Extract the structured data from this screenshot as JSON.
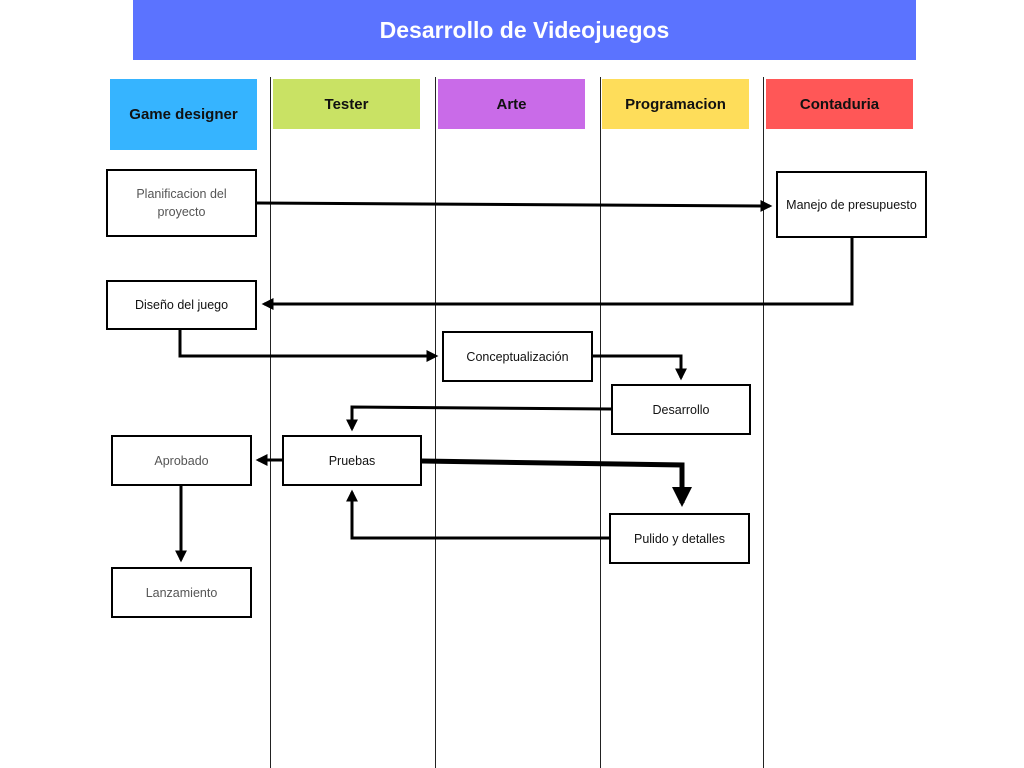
{
  "title": "Desarrollo de Videojuegos",
  "colors": {
    "title_bg": "#5b73ff",
    "game_designer": "#36b4ff",
    "tester": "#c9e264",
    "arte": "#c96be8",
    "programacion": "#fedd5a",
    "contaduria": "#ff5757"
  },
  "lanes": [
    "Game designer",
    "Tester",
    "Arte",
    "Programacion",
    "Contaduria"
  ],
  "nodes": {
    "planificacion": "Planificacion del proyecto",
    "presupuesto": "Manejo de presupuesto",
    "diseno": "Diseño del juego",
    "conceptualizacion": "Conceptualización",
    "desarrollo": "Desarrollo",
    "aprobado": "Aprobado",
    "pruebas": "Pruebas",
    "pulido": "Pulido y detalles",
    "lanzamiento": "Lanzamiento"
  },
  "flows": [
    {
      "from": "planificacion",
      "to": "presupuesto"
    },
    {
      "from": "presupuesto",
      "to": "diseno"
    },
    {
      "from": "diseno",
      "to": "conceptualizacion"
    },
    {
      "from": "conceptualizacion",
      "to": "desarrollo"
    },
    {
      "from": "desarrollo",
      "to": "pruebas"
    },
    {
      "from": "pruebas",
      "to": "aprobado"
    },
    {
      "from": "pruebas",
      "to": "pulido"
    },
    {
      "from": "pulido",
      "to": "pruebas"
    },
    {
      "from": "aprobado",
      "to": "lanzamiento"
    }
  ]
}
